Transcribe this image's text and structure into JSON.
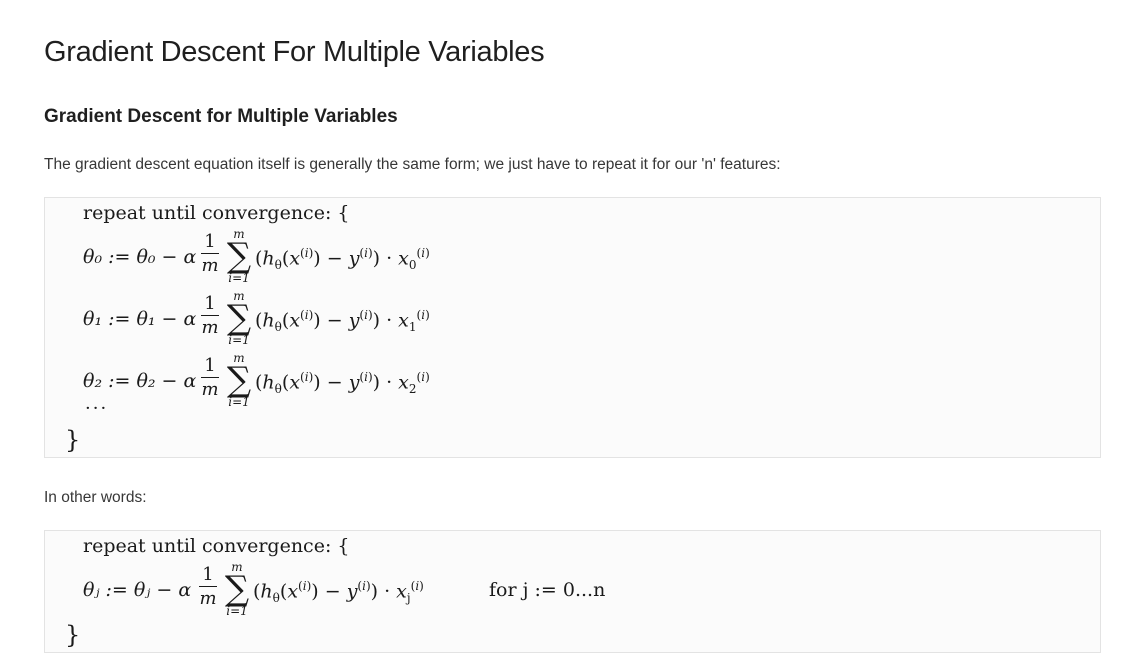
{
  "heading": "Gradient Descent For Multiple Variables",
  "subheading": "Gradient Descent for Multiple Variables",
  "intro_text": "The gradient descent equation itself is generally the same form; we just have to repeat it for our 'n' features:",
  "block1": {
    "repeat_label": "repeat until convergence: {",
    "equations": [
      {
        "lhs": "θ₀ := θ₀ − α",
        "num": "1",
        "den": "m",
        "sum_upper": "m",
        "sum_lower": "i=1",
        "body": "(h",
        "tail": "x",
        "sub": "0"
      },
      {
        "lhs": "θ₁ := θ₁ − α",
        "num": "1",
        "den": "m",
        "sum_upper": "m",
        "sum_lower": "i=1",
        "body": "(h",
        "tail": "x",
        "sub": "1"
      },
      {
        "lhs": "θ₂ := θ₂ − α",
        "num": "1",
        "den": "m",
        "sum_upper": "m",
        "sum_lower": "i=1",
        "body": "(h",
        "tail": "x",
        "sub": "2"
      }
    ],
    "ellipsis": "···",
    "close_brace": "}"
  },
  "other_words_text": "In other words:",
  "block2": {
    "repeat_label": "repeat until convergence: {",
    "equation": {
      "lhs": "θⱼ := θⱼ − α",
      "num": "1",
      "den": "m",
      "sum_upper": "m",
      "sum_lower": "i=1",
      "sub": "j"
    },
    "for_label": "for j := 0...n",
    "close_brace": "}"
  }
}
